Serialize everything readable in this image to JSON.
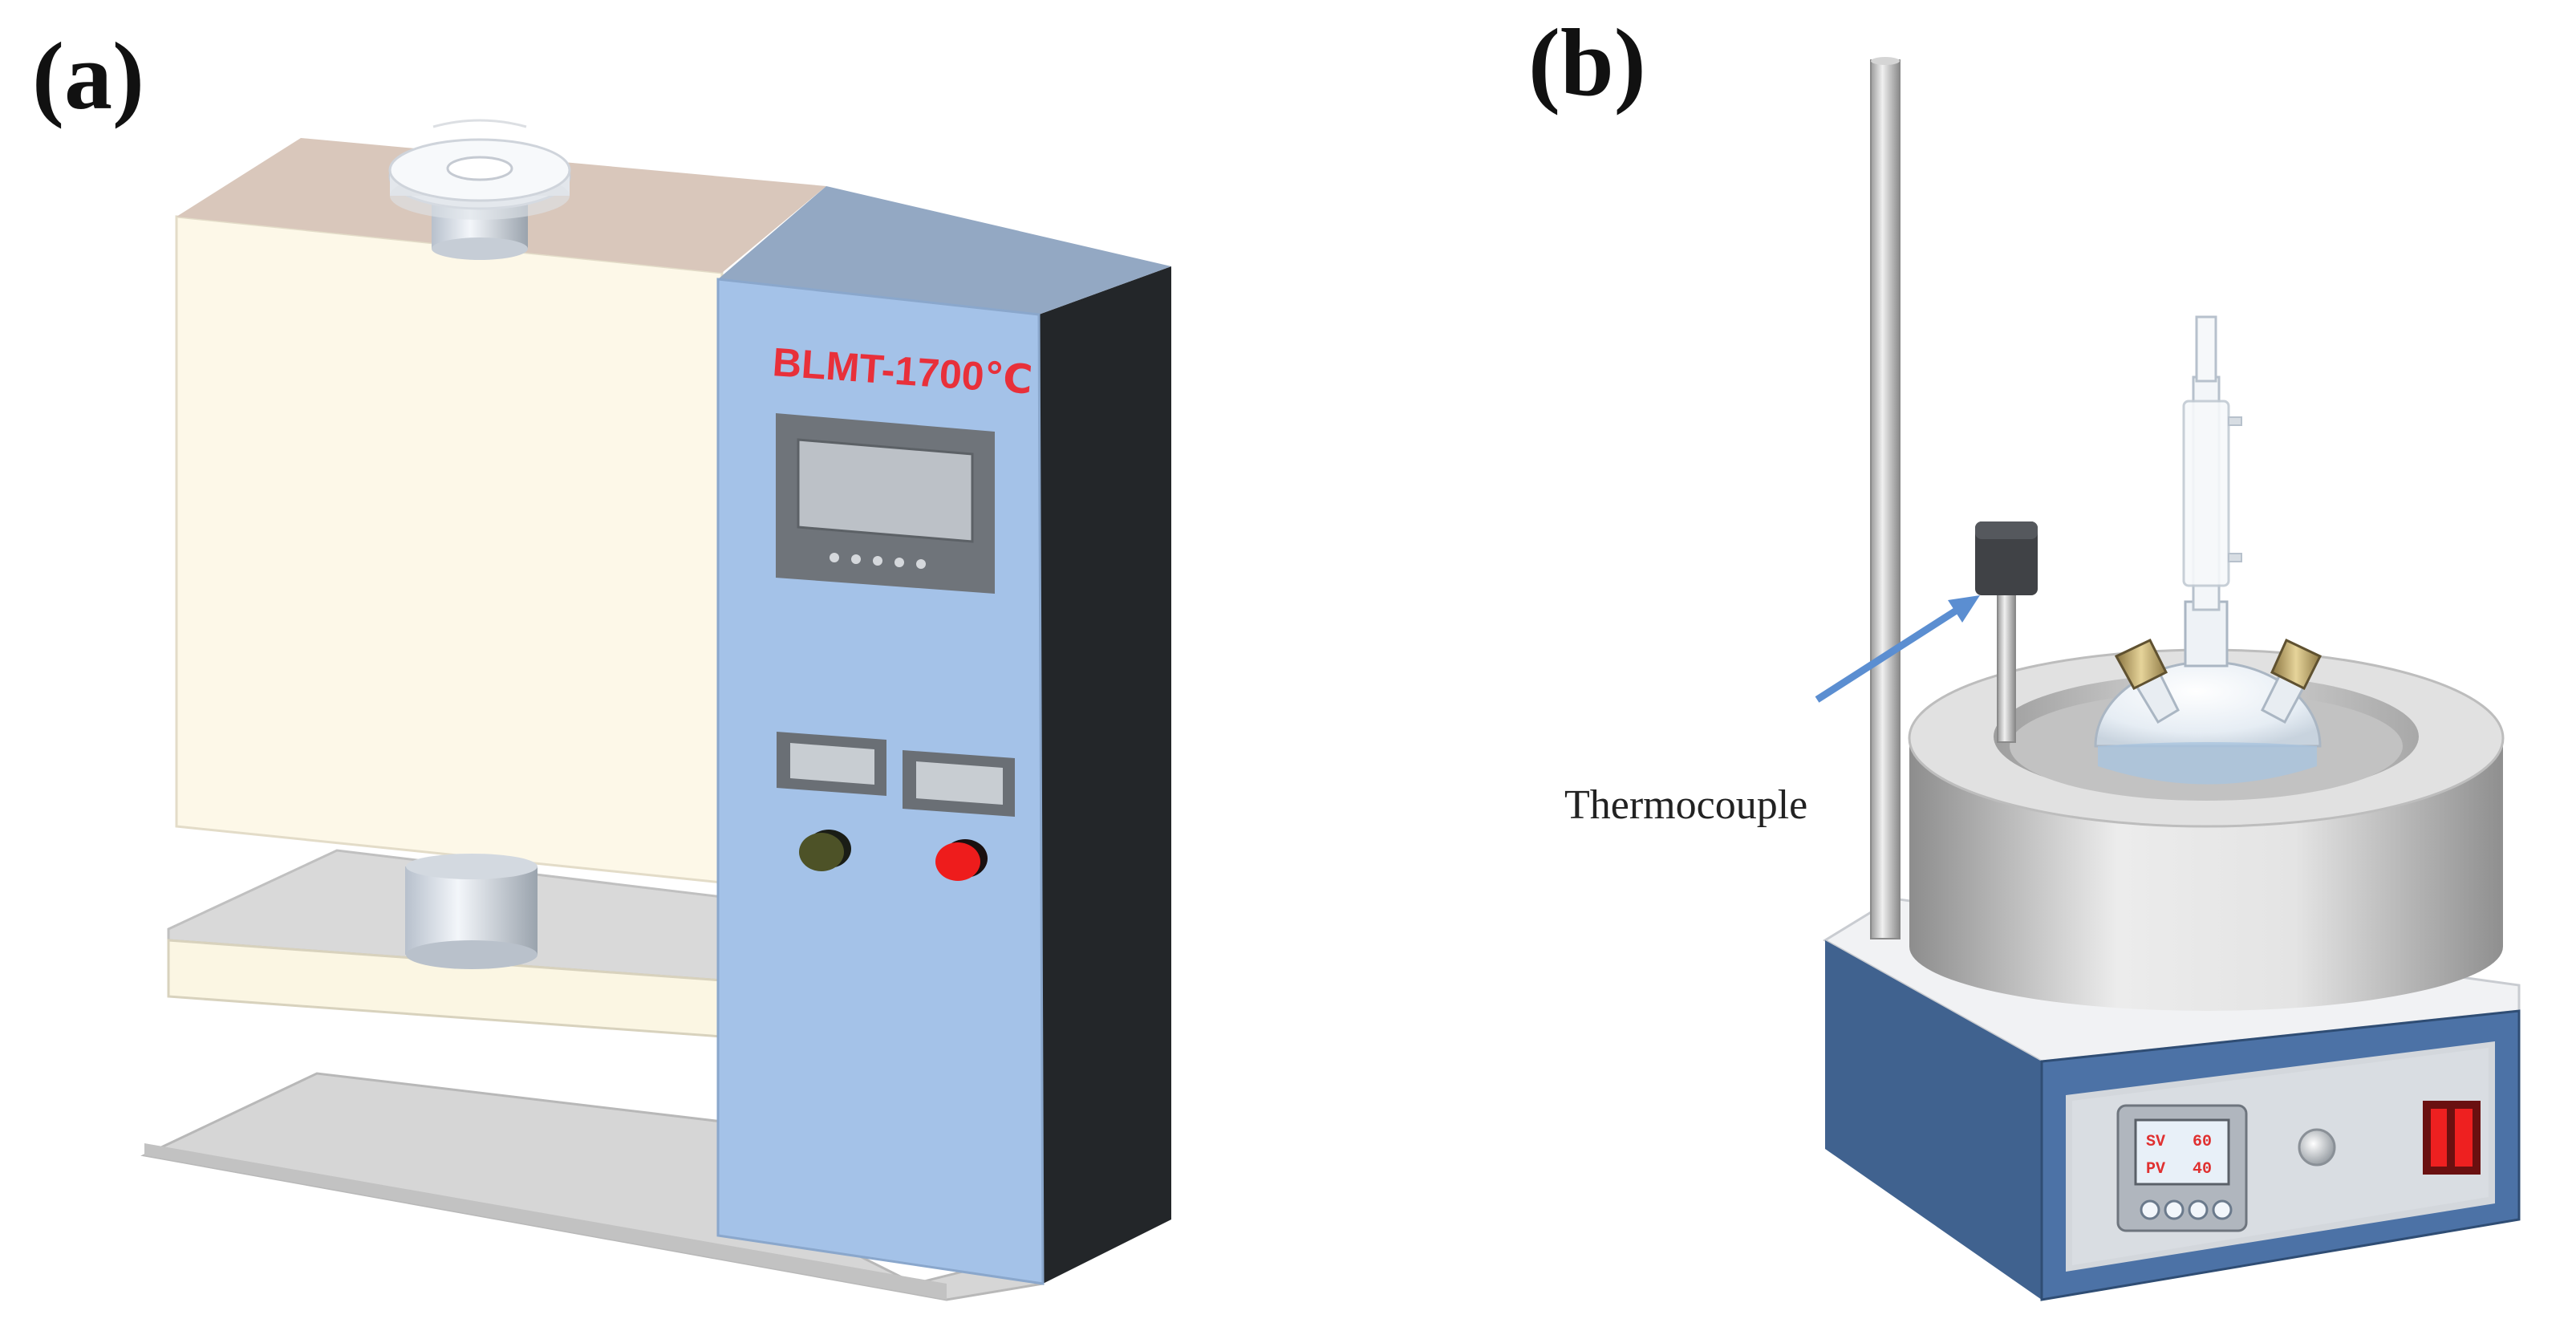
{
  "panels": {
    "a": {
      "label": "(a)"
    },
    "b": {
      "label": "(b)"
    }
  },
  "furnace": {
    "model_label": "BLMT-1700℃"
  },
  "mantle": {
    "callout": "Thermocouple",
    "display": {
      "sv_label": "SV",
      "sv_value": "60",
      "pv_label": "PV",
      "pv_value": "40"
    }
  },
  "colors": {
    "furnace_body": "#fdf8e8",
    "furnace_top": "#d9c7bb",
    "control_panel": "#a4c2e8",
    "side_panel": "#232629",
    "model_text": "#e8303a",
    "mantle_base": "#40628f",
    "mantle_steel": "#b9b9b9",
    "arrow": "#5b8ed1",
    "lcd_text": "#e03030"
  }
}
